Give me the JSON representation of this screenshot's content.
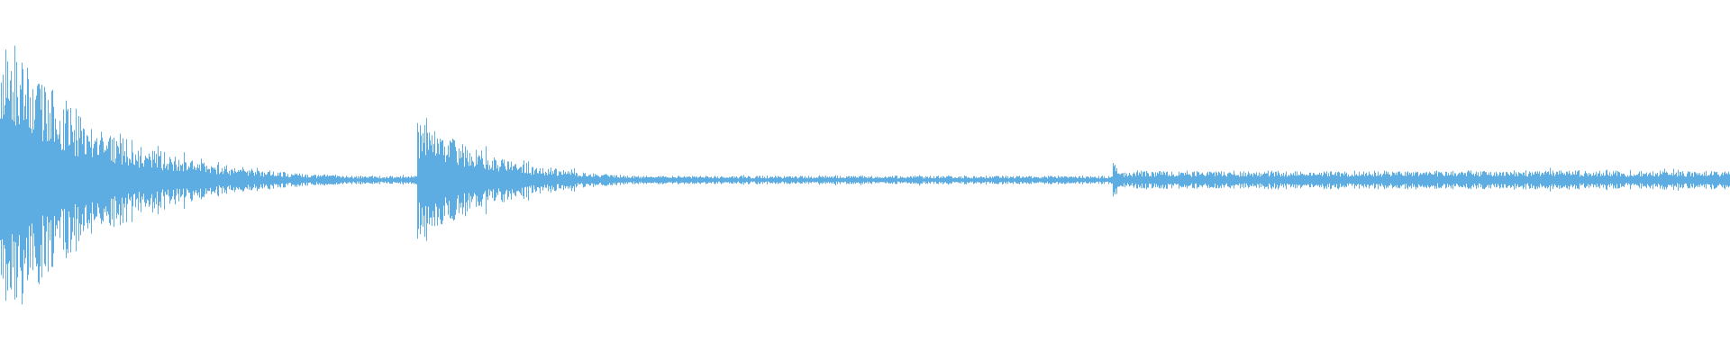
{
  "waveform": {
    "color": "#5dade2",
    "background": "#ffffff",
    "segments": [
      {
        "start": 0.0,
        "end": 0.004,
        "amp": 0.9,
        "decay": 0.0
      },
      {
        "start": 0.004,
        "end": 0.235,
        "amp": 0.82,
        "decay": 14.0
      },
      {
        "start": 0.235,
        "end": 0.645,
        "amp": 0.55,
        "decay": 11.0
      },
      {
        "start": 0.645,
        "end": 1.0,
        "amp": 0.065,
        "decay": 0.0
      }
    ],
    "bursts": [
      {
        "pos": 0.0,
        "amp": 0.92,
        "decay": 18.0
      },
      {
        "pos": 0.241,
        "amp": 0.4,
        "decay": 22.0
      },
      {
        "pos": 0.643,
        "amp": 0.12,
        "decay": 120.0
      }
    ],
    "floor": {
      "quiet_amp": 0.025,
      "noisy_start": 0.643,
      "noisy_amp": 0.055
    }
  }
}
